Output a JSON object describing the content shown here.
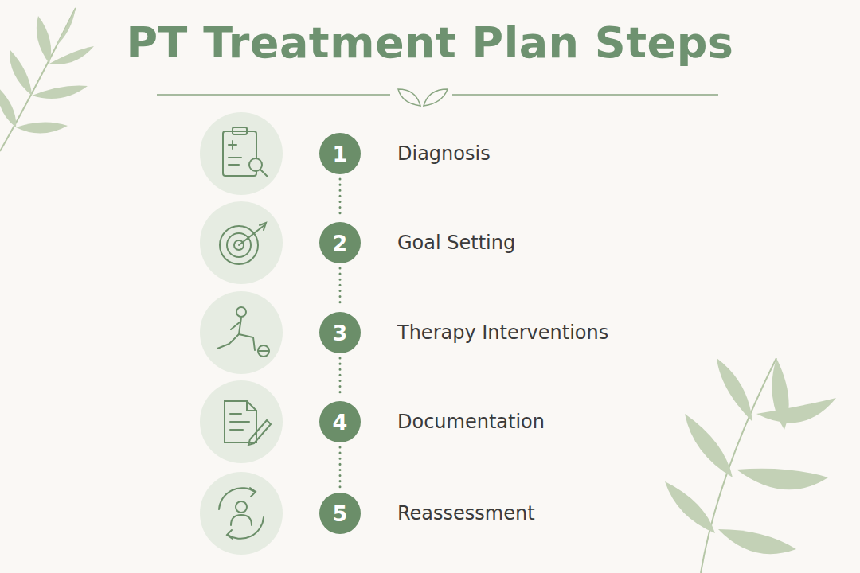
{
  "diagram": {
    "title": "PT Treatment Plan Steps",
    "nodes": [
      {
        "text": [
          "1",
          "Diagnosis"
        ]
      },
      {
        "text": [
          "2",
          "Goal Setting"
        ]
      },
      {
        "text": [
          "3",
          "Therapy Interventions"
        ]
      },
      {
        "text": [
          "4",
          "Documentation"
        ]
      },
      {
        "text": [
          "5",
          "Reassessment"
        ]
      }
    ],
    "edges": [
      {
        "from": 0,
        "to": 1,
        "arrow": "none"
      },
      {
        "from": 1,
        "to": 2,
        "arrow": "none"
      },
      {
        "from": 2,
        "to": 3,
        "arrow": "none"
      },
      {
        "from": 3,
        "to": 4,
        "arrow": "none"
      }
    ]
  }
}
